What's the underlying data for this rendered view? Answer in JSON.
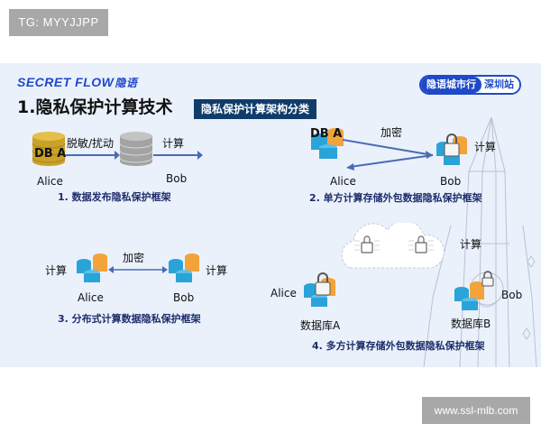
{
  "watermarks": {
    "top_left": "TG: MYYJJPP",
    "bottom_right": "www.ssl-mlb.com"
  },
  "slide": {
    "logo": {
      "text": "SECRET FLOW",
      "cn": "隐语"
    },
    "title": "1.隐私保护计算技术",
    "subtitle": "隐私保护计算架构分类",
    "city_badge": {
      "left": "隐语城市行",
      "right": "深圳站"
    },
    "colors": {
      "brand_blue": "#1f49c7",
      "navy": "#0f3c6a",
      "caption": "#1e2d6b",
      "arrow": "#4a6bb5",
      "db_blue": "#2aa3d8",
      "db_orange": "#f2a33a",
      "db_gold": "#c9a227",
      "db_gray": "#9a9a9a"
    },
    "diagrams": [
      {
        "id": 1,
        "caption": "1. 数据发布隐私保护框架",
        "db_label": "DB A",
        "arrow1_label": "脱敏/扰动",
        "arrow2_label": "计算",
        "left_party": "Alice",
        "right_party": "Bob"
      },
      {
        "id": 2,
        "caption": "2. 单方计算存储外包数据隐私保护框架",
        "db_label": "DB A",
        "arrow_label": "加密",
        "compute_label": "计算",
        "left_party": "Alice",
        "right_party": "Bob"
      },
      {
        "id": 3,
        "caption": "3. 分布式计算数据隐私保护框架",
        "arrow_label": "加密",
        "left_compute": "计算",
        "right_compute": "计算",
        "left_party": "Alice",
        "right_party": "Bob"
      },
      {
        "id": 4,
        "caption": "4. 多方计算存储外包数据隐私保护框架",
        "compute_label": "计算",
        "left_party": "Alice",
        "right_party": "Bob",
        "db_a": "数据库A",
        "db_b": "数据库B"
      }
    ]
  }
}
